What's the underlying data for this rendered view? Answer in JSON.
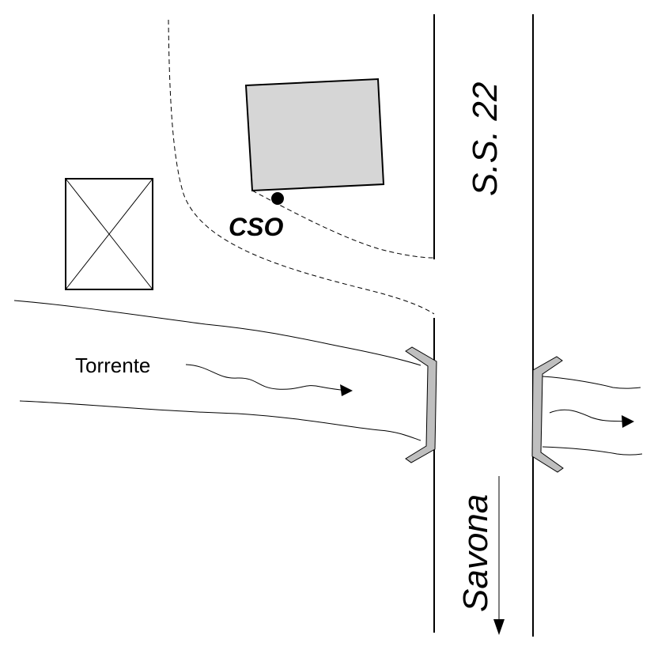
{
  "labels": {
    "road_name": "S.S. 22",
    "direction_label": "Savona",
    "cso_label": "CSO",
    "stream_label": "Torrente"
  },
  "colors": {
    "building_fill": "#d6d6d6",
    "culvert_fill": "#bfbfbf",
    "line": "#000000"
  },
  "features": {
    "road": "S.S. 22",
    "building": "gray-rectangle",
    "crossed_box": "hatched-square",
    "cso_point": "filled-circle",
    "culvert_left": "bridge-wingwall",
    "culvert_right": "bridge-wingwall"
  }
}
